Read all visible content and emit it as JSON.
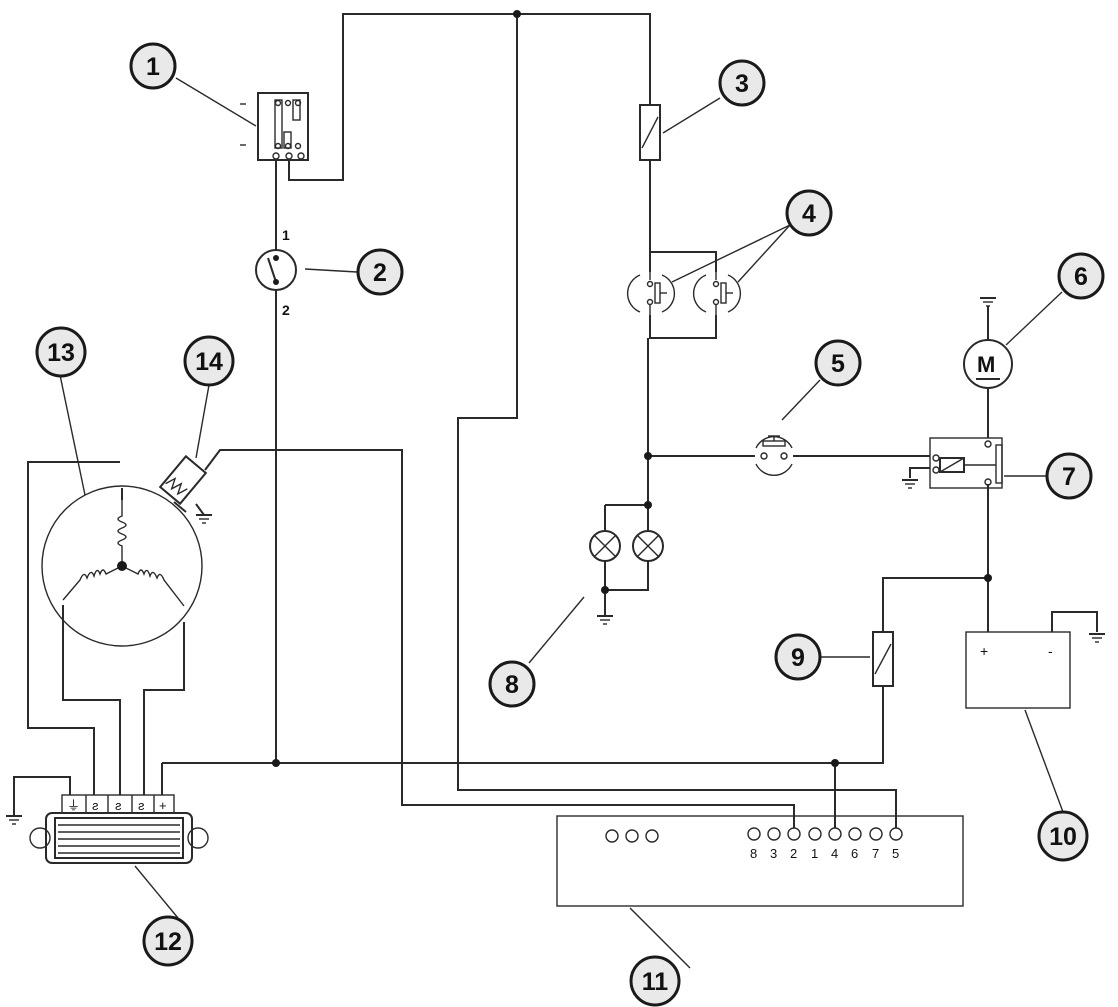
{
  "callouts": [
    "1",
    "2",
    "3",
    "4",
    "5",
    "6",
    "7",
    "8",
    "9",
    "10",
    "11",
    "12",
    "13",
    "14"
  ],
  "switch_terminals": {
    "top": "1",
    "bottom": "2"
  },
  "motor_label": "M",
  "battery": {
    "plus": "+",
    "minus": "-"
  },
  "connector_pins": [
    "8",
    "3",
    "2",
    "1",
    "4",
    "6",
    "7",
    "5"
  ],
  "regulator_terminals": [
    "⏚",
    "ƨ",
    "ƨ",
    "ƨ",
    "+"
  ]
}
